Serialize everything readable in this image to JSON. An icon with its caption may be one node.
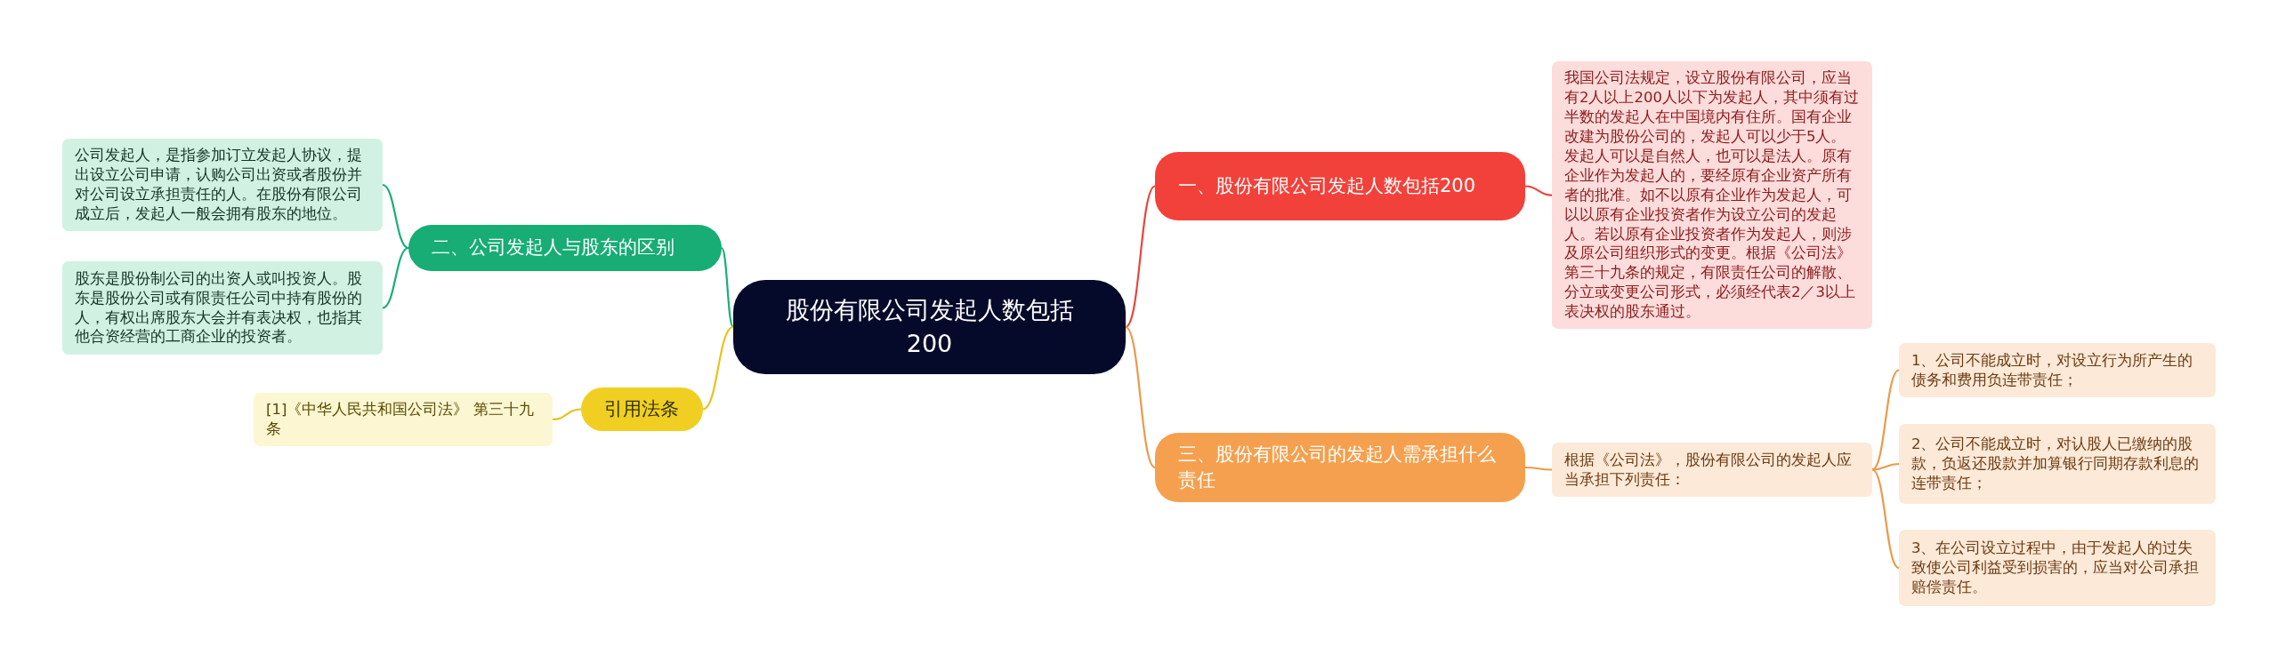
{
  "diagram": {
    "nodes": [
      {
        "text": [
          "股份有限公司发起人数包括200"
        ]
      },
      {
        "text": [
          "一、股份有限公司发起人数包括200"
        ]
      },
      {
        "text": [
          "我国公司法规定，设立股份有限公司，应当有2人以上200人以下为发起人，其中须有过半数的发起人在中国境内有住所。国有企业改建为股份公司的，发起人可以少于5人。发起人可以是自然人，也可以是法人。原有企业作为发起人的，要经原有企业资产所有者的批准。如不以原有企业作为发起人，可以以原有企业投资者作为设立公司的发起人。若以原有企业投资者作为发起人，则涉及原公司组织形式的变更。根据《公司法》第三十九条的规定，有限责任公司的解散、分立或变更公司形式，必须经代表2／3以上表决权的股东通过。"
        ]
      },
      {
        "text": [
          "二、公司发起人与股东的区别"
        ]
      },
      {
        "text": [
          "公司发起人，是指参加订立发起人协议，提出设立公司申请，认购公司出资或者股份并对公司设立承担责任的人。在股份有限公司成立后，发起人一般会拥有股东的地位。"
        ]
      },
      {
        "text": [
          "股东是股份制公司的出资人或叫投资人。股东是股份公司或有限责任公司中持有股份的人，有权出席股东大会并有表决权，也指其他合资经营的工商企业的投资者。"
        ]
      },
      {
        "text": [
          "引用法条"
        ]
      },
      {
        "text": [
          "[1]《中华人民共和国公司法》 第三十九条"
        ]
      },
      {
        "text": [
          "三、股份有限公司的发起人需承担什么责任"
        ]
      },
      {
        "text": [
          "根据《公司法》，股份有限公司的发起人应当承担下列责任："
        ]
      },
      {
        "text": [
          "1、公司不能成立时，对设立行为所产生的债务和费用负连带责任；"
        ]
      },
      {
        "text": [
          "2、公司不能成立时，对认股人已缴纳的股款，负返还股款并加算银行同期存款利息的连带责任；"
        ]
      },
      {
        "text": [
          "3、在公司设立过程中，由于发起人的过失致使公司利益受到损害的，应当对公司承担赔偿责任。"
        ]
      }
    ],
    "edges": [
      {
        "from": 0,
        "to": 1,
        "arrow": "none",
        "color": "#e8453c"
      },
      {
        "from": 1,
        "to": 2,
        "arrow": "none",
        "color": "#e8453c"
      },
      {
        "from": 0,
        "to": 3,
        "arrow": "none",
        "color": "#1aae78"
      },
      {
        "from": 3,
        "to": 4,
        "arrow": "none",
        "color": "#1aae78"
      },
      {
        "from": 3,
        "to": 5,
        "arrow": "none",
        "color": "#1aae78"
      },
      {
        "from": 0,
        "to": 6,
        "arrow": "none",
        "color": "#e8c21c"
      },
      {
        "from": 6,
        "to": 7,
        "arrow": "none",
        "color": "#e8c21c"
      },
      {
        "from": 0,
        "to": 8,
        "arrow": "none",
        "color": "#ec9a4a"
      },
      {
        "from": 8,
        "to": 9,
        "arrow": "none",
        "color": "#ec9a4a"
      },
      {
        "from": 9,
        "to": 10,
        "arrow": "none",
        "color": "#ec9a4a"
      },
      {
        "from": 9,
        "to": 11,
        "arrow": "none",
        "color": "#ec9a4a"
      },
      {
        "from": 9,
        "to": 12,
        "arrow": "none",
        "color": "#ec9a4a"
      }
    ]
  }
}
